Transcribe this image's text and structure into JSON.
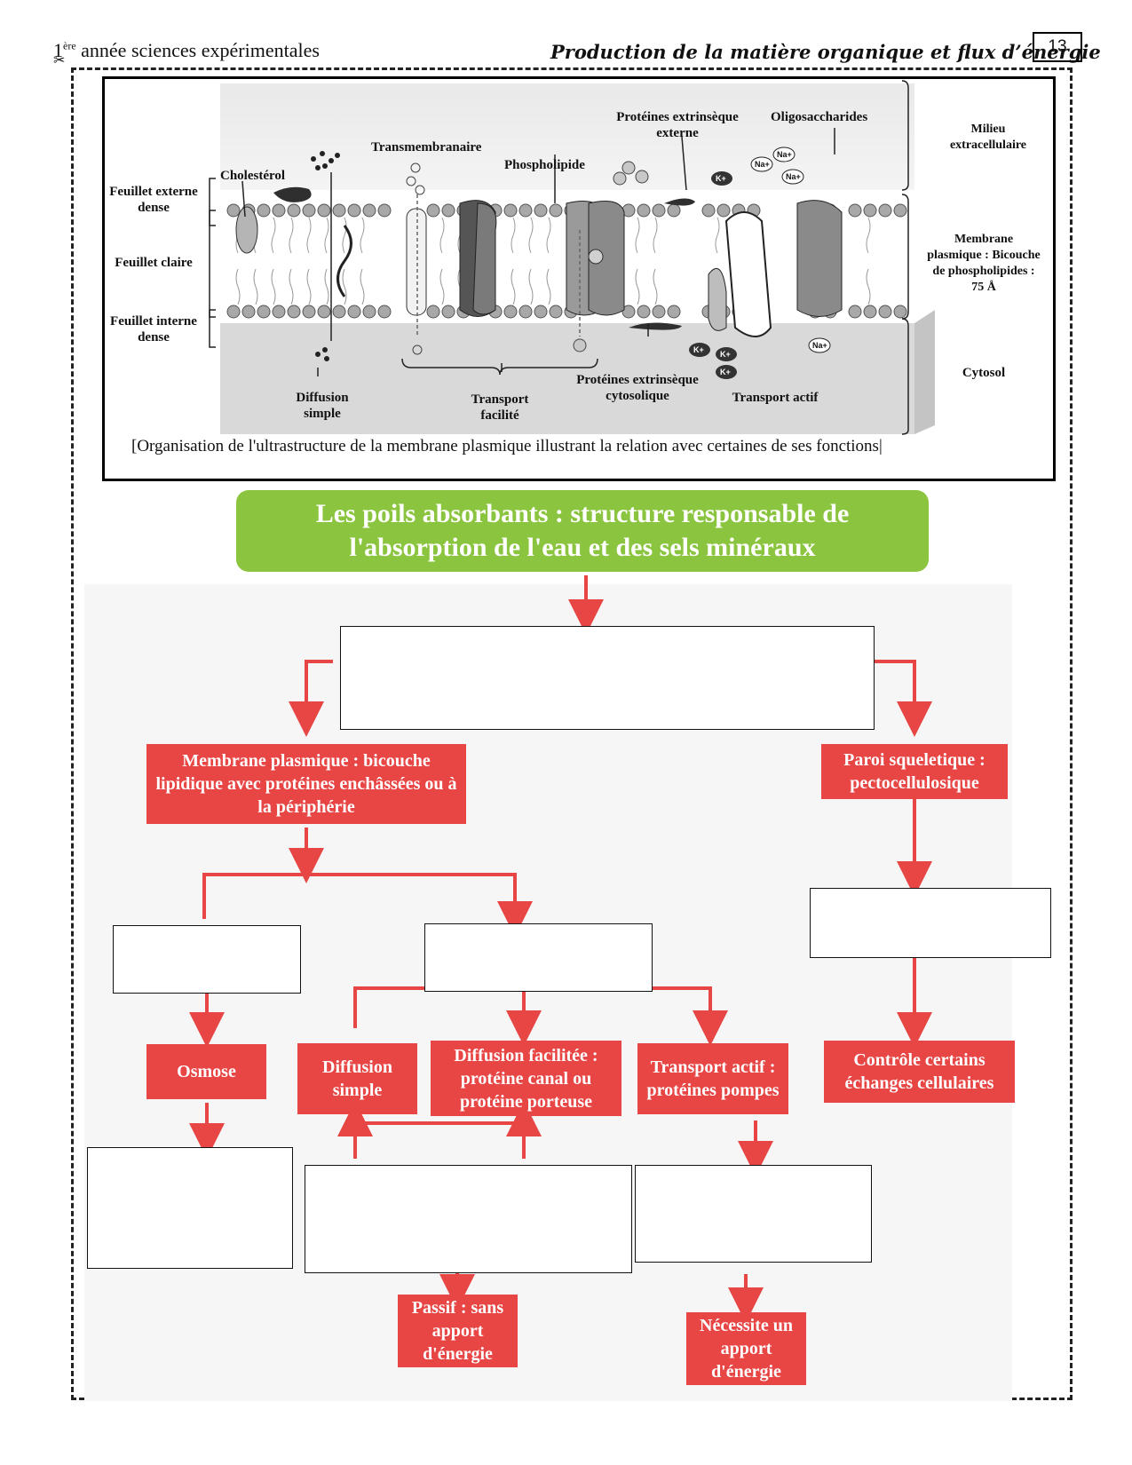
{
  "header": {
    "level_num": "1",
    "level_sup": "ère",
    "level_rest": " année sciences expérimentales",
    "unit_title": "Production de la matière organique et flux d’énergie",
    "page_number": "13"
  },
  "figure": {
    "labels": {
      "cholesterol": "Cholestérol",
      "transmembranaire": "Transmembranaire",
      "phospholipide": "Phospholipide",
      "prot_ext_externe": "Protéines extrinsèque externe",
      "oligosaccharides": "Oligosaccharides",
      "milieu_extra": "Milieu extracellulaire",
      "feuillet_externe": "Feuillet externe dense",
      "feuillet_claire": "Feuillet claire",
      "feuillet_interne": "Feuillet interne dense",
      "membrane_plasmique": "Membrane plasmique : Bicouche de phospholipides : 75 Å",
      "cytosol": "Cytosol",
      "diffusion_simple": "Diffusion simple",
      "transport_facilite": "Transport facilité",
      "prot_ext_cyto": "Protéines extrinsèque cytosolique",
      "transport_actif": "Transport actif",
      "k_ion": "K+",
      "na_ion": "Na+"
    },
    "caption": "Organisation de l'ultrastructure de la membrane plasmique illustrant la relation avec certaines de ses fonctions"
  },
  "diagram": {
    "title": "Les poils absorbants : structure responsable de l'absorption de l'eau et des sels minéraux",
    "membrane": "Membrane plasmique : bicouche lipidique avec protéines enchâssées ou à la périphérie",
    "paroi": "Paroi squeletique : pectocellulosique",
    "osmose": "Osmose",
    "diffusion_simple": "Diffusion simple",
    "diffusion_facilitee": "Diffusion facilitée : protéine canal ou protéine porteuse",
    "transport_actif": "Transport actif : protéines pompes",
    "controle": "Contrôle certains échanges cellulaires",
    "passif": "Passif : sans apport d'énergie",
    "necessite": "Nécessite un apport d'énergie"
  },
  "colors": {
    "green": "#8bc53f",
    "red": "#e84545"
  }
}
